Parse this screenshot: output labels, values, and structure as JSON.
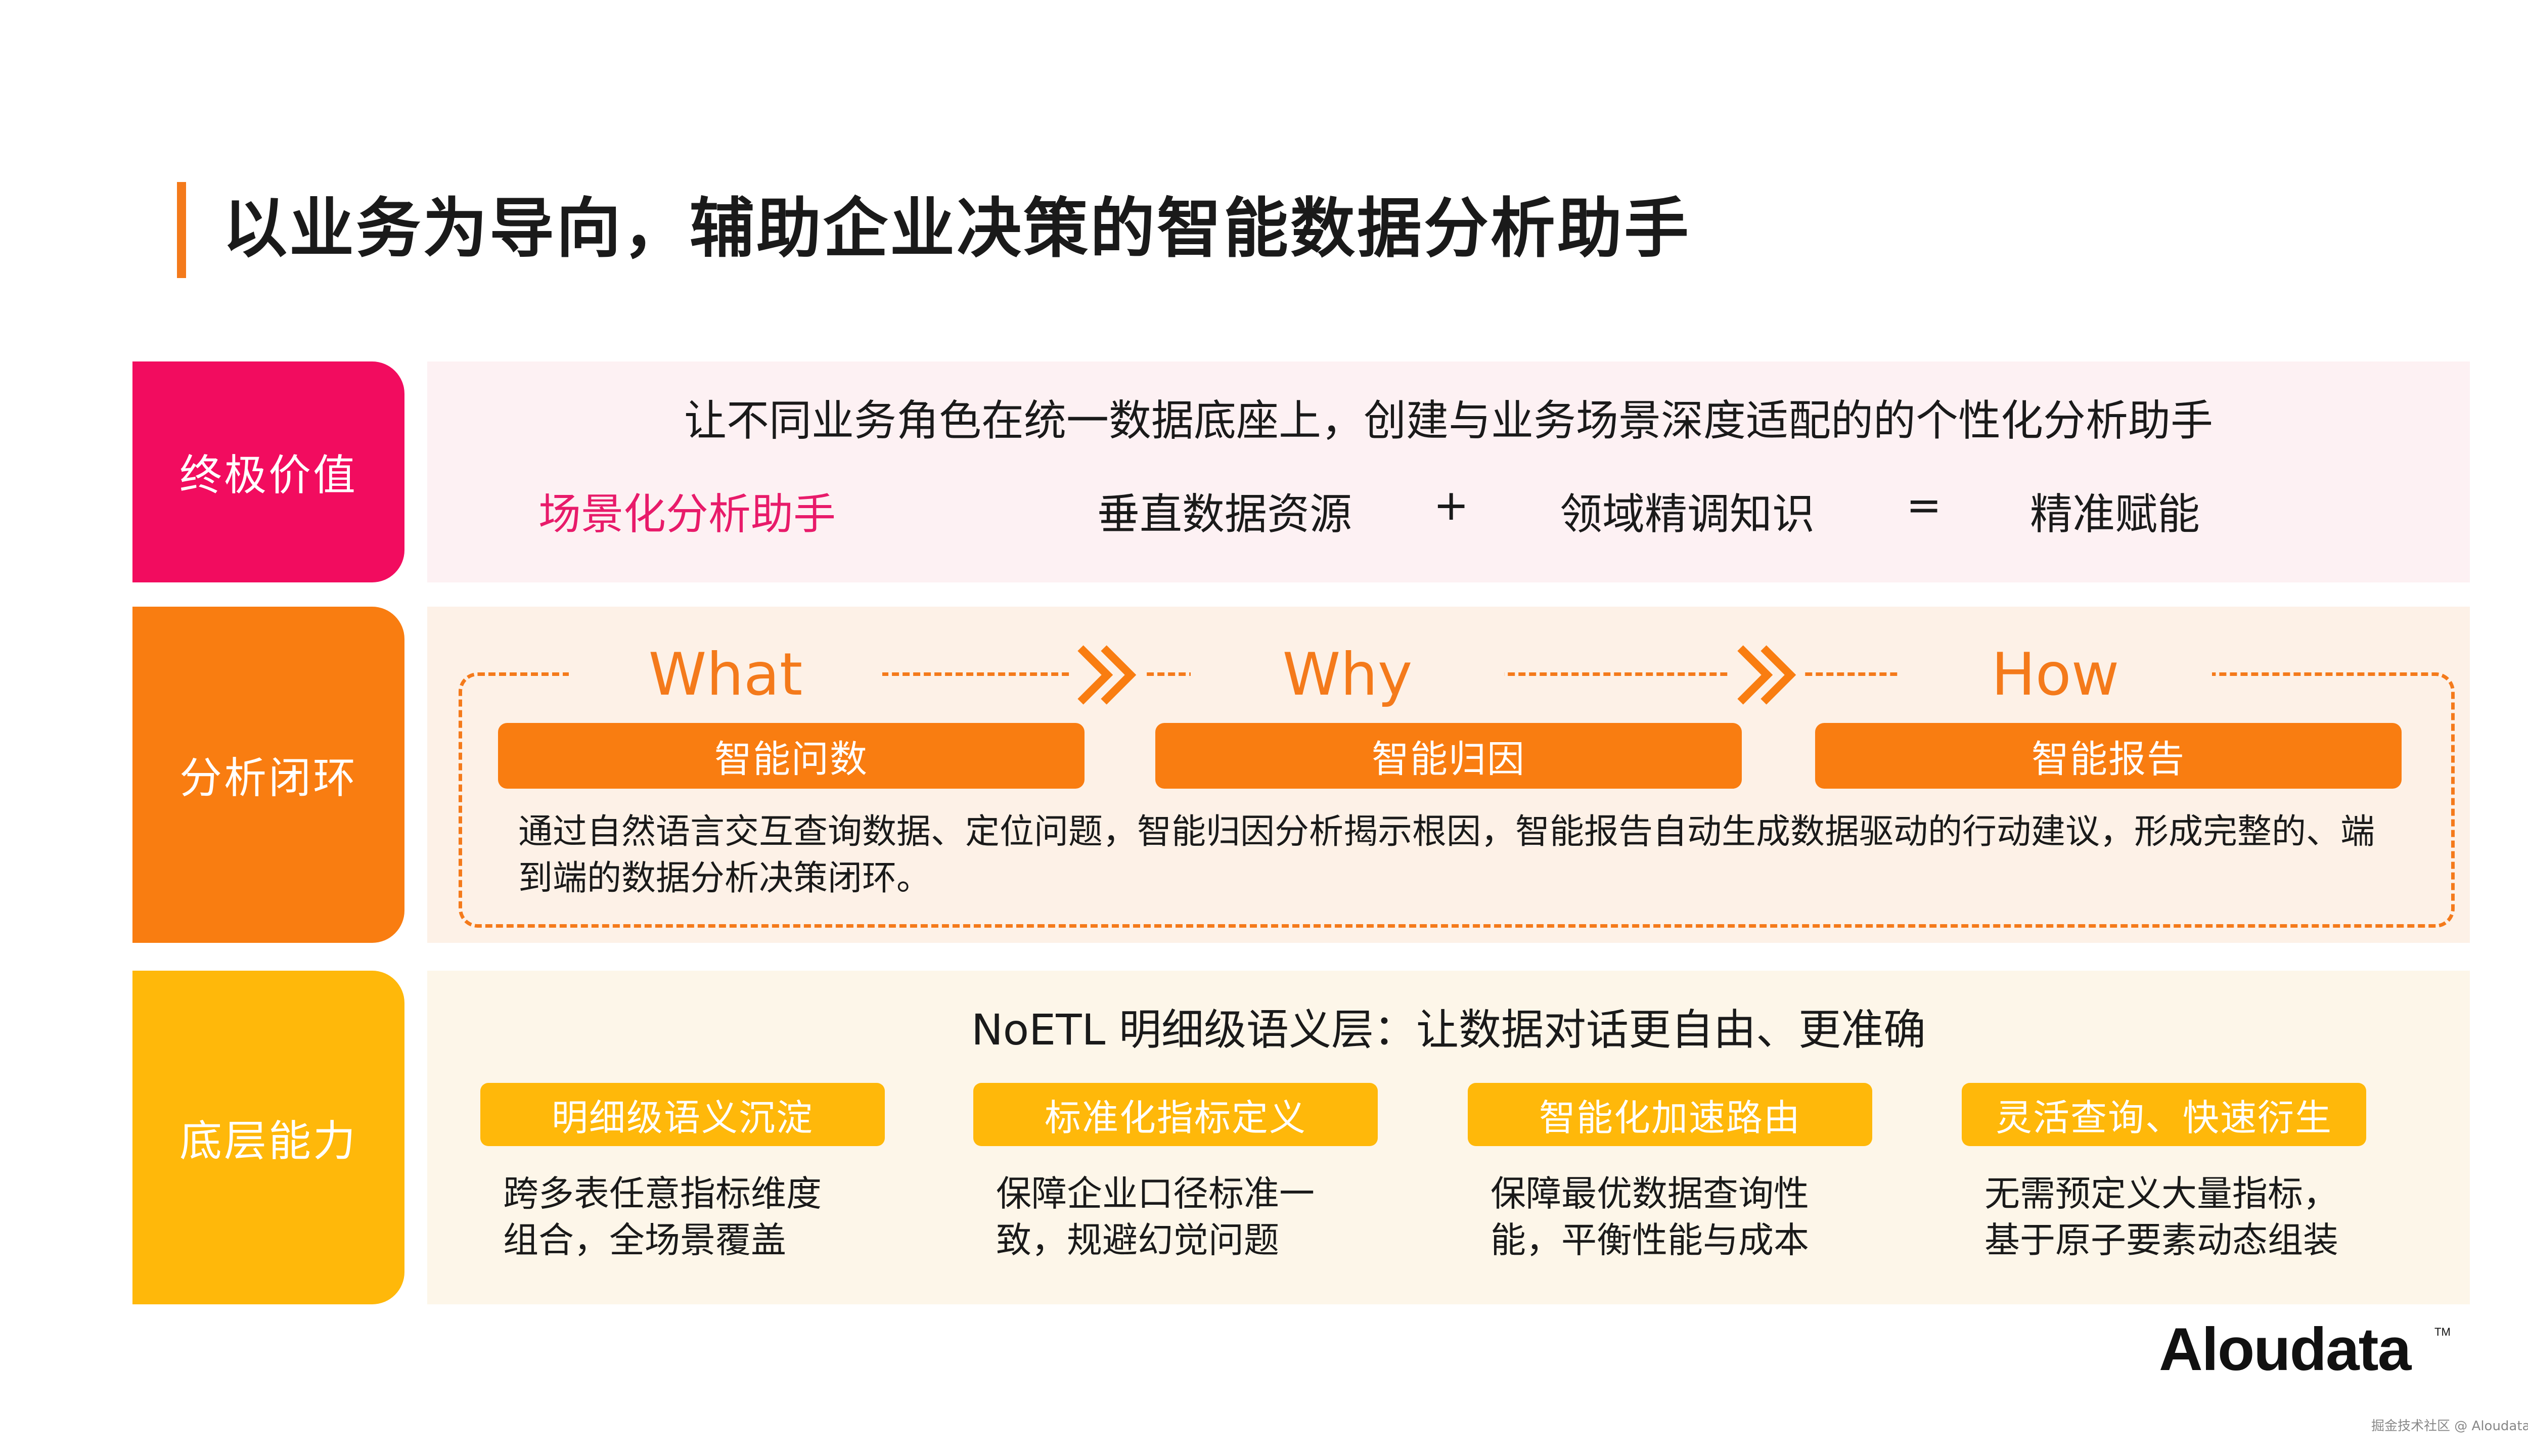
{
  "title": "以业务为导向，辅助企业决策的智能数据分析助手",
  "rows": [
    {
      "label": "终极价值",
      "heading": "让不同业务角色在统一数据底座上，创建与业务场景深度适配的的个性化分析助手",
      "formula": {
        "scene": "场景化分析助手",
        "vertical": "垂直数据资源",
        "plus": "+",
        "domain": "领域精调知识",
        "equals": "=",
        "result": "精准赋能"
      }
    },
    {
      "label": "分析闭环",
      "stages": [
        {
          "word": "What",
          "pill": "智能问数"
        },
        {
          "word": "Why",
          "pill": "智能归因"
        },
        {
          "word": "How",
          "pill": "智能报告"
        }
      ],
      "description": "通过自然语言交互查询数据、定位问题，智能归因分析揭示根因，智能报告自动生成数据驱动的行动建议，形成完整的、端到端的数据分析决策闭环。"
    },
    {
      "label": "底层能力",
      "heading": "NoETL 明细级语义层：让数据对话更自由、更准确",
      "capabilities": [
        {
          "title": "明细级语义沉淀",
          "desc_line1": "跨多表任意指标维度",
          "desc_line2": "组合，全场景覆盖"
        },
        {
          "title": "标准化指标定义",
          "desc_line1": "保障企业口径标准一",
          "desc_line2": "致，规避幻觉问题"
        },
        {
          "title": "智能化加速路由",
          "desc_line1": "保障最优数据查询性",
          "desc_line2": "能，平衡性能与成本"
        },
        {
          "title": "灵活查询、快速衍生",
          "desc_line1": "无需预定义大量指标，",
          "desc_line2": "基于原子要素动态组装"
        }
      ]
    }
  ],
  "logo": {
    "text": "Aloudata",
    "tm": "TM"
  },
  "footer": "掘金技术社区 @ Aloudata大应科技",
  "colors": {
    "accent_orange": "#f97d11",
    "pink": "#f20c5f",
    "yellow": "#ffb80a",
    "title_bar": "#f47a1b"
  }
}
